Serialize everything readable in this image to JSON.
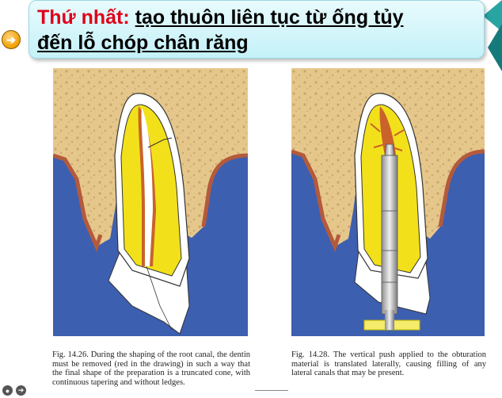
{
  "title": {
    "prefix": "Thứ nhất:",
    "line1": "tạo thuôn liên tục từ ống tủy",
    "line2": "đến lỗ chóp chân răng"
  },
  "figures": [
    {
      "caption": "Fig. 14.26. During the shaping of the root canal, the dentin must be removed (red in the drawing) in such a way that the final shape of the preparation is a truncated cone, with continuous tapering and without ledges."
    },
    {
      "caption": "Fig. 14.28. The vertical push applied to the obturation material is translated laterally, causing filling of any lateral canals that may be present."
    }
  ],
  "nav": {
    "next_icon": "arrow-right-icon",
    "prev_icon": "circle-dot-icon",
    "options_icon": "arrow-icon"
  },
  "colors": {
    "title_accent": "#e0001a",
    "bone": "#e6c78b",
    "gum": "#3d5fb0",
    "dentin": "#f2e11a",
    "canal_red": "#c9632b"
  }
}
